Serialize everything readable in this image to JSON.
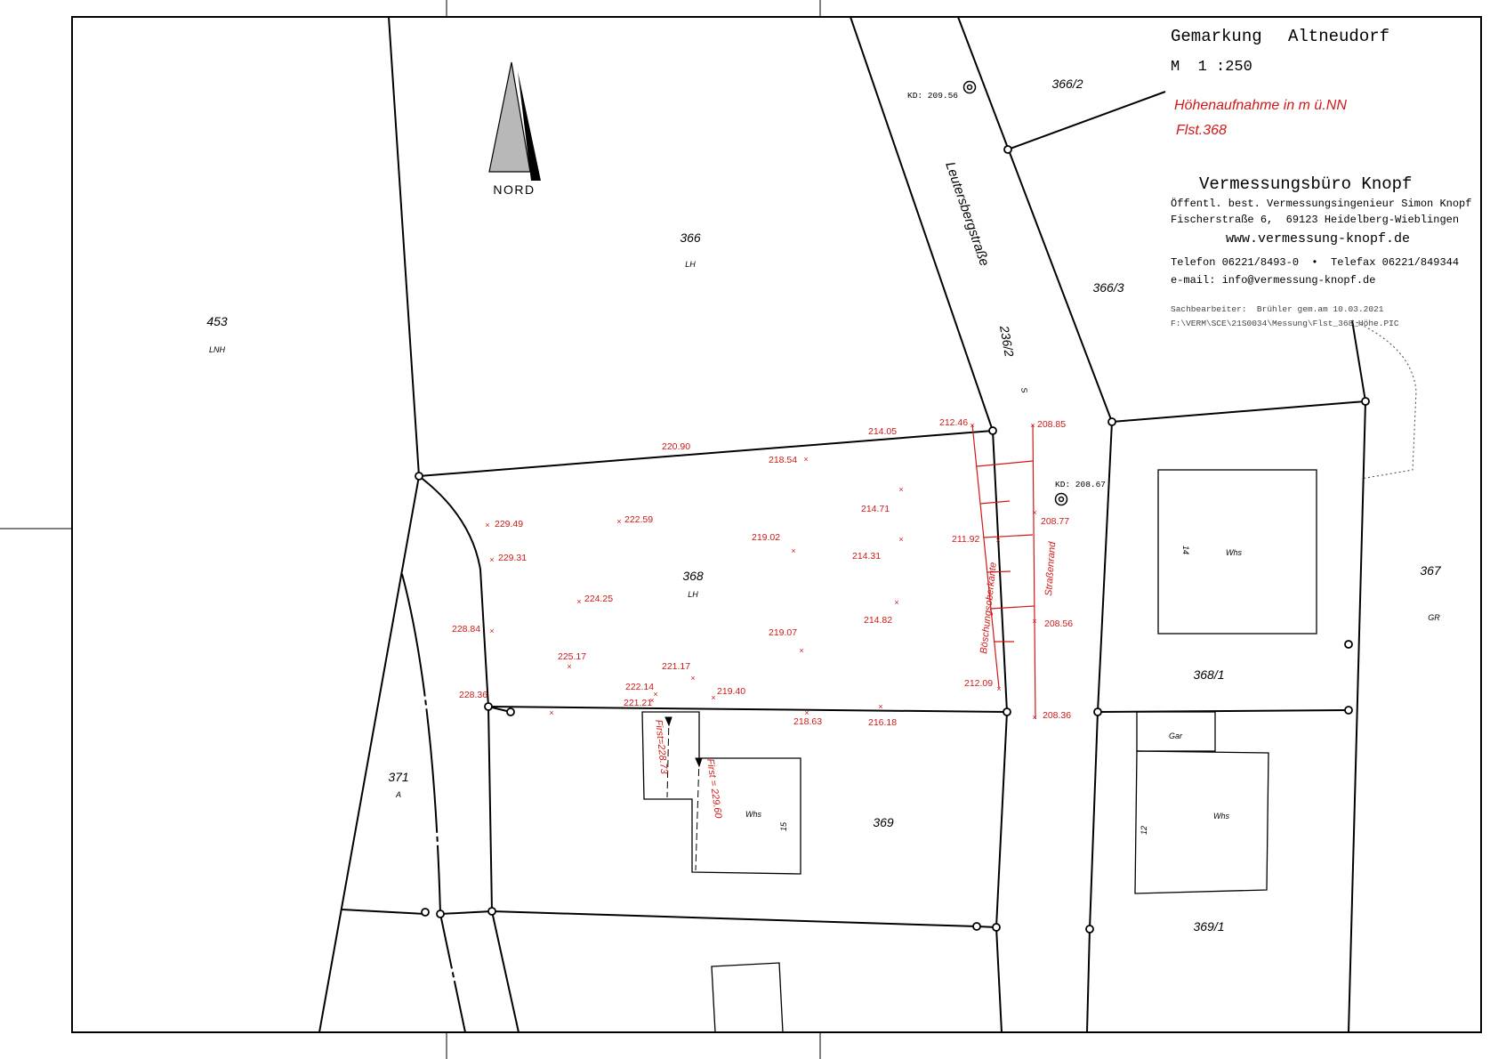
{
  "header": {
    "gemarkung_label": "Gemarkung",
    "gemarkung_name": "Altneudorf",
    "scale": "M  1 :250",
    "hoehen_note": "Höhenaufnahme in m ü.NN",
    "flurstueck_note": "Flst.368"
  },
  "office": {
    "name": "Vermessungsbüro Knopf",
    "line1": "Öffentl. best. Vermessungsingenieur Simon Knopf",
    "line2": "Fischerstraße 6,  69123 Heidelberg-Wieblingen",
    "website": "www.vermessung-knopf.de",
    "phone": "Telefon 06221/8493-0  •  Telefax 06221/849344",
    "email": "e-mail: info@vermessung-knopf.de",
    "clerk": "Sachbearbeiter:  Brühler gem.am 10.03.2021",
    "filepath": "F:\\VERM\\SCE\\21S0034\\Messung\\Flst_368_Höhe.PIC"
  },
  "north_arrow": {
    "label": "NORD"
  },
  "parcels": {
    "p453": {
      "number": "453",
      "use": "LNH"
    },
    "p366": {
      "number": "366",
      "use": "LH"
    },
    "p366_2": {
      "number": "366/2"
    },
    "p366_3": {
      "number": "366/3"
    },
    "p236_2": {
      "number": "236/2",
      "use": "S"
    },
    "p368": {
      "number": "368",
      "use": "LH"
    },
    "p367": {
      "number": "367",
      "use": "GR"
    },
    "p368_1": {
      "number": "368/1"
    },
    "p369": {
      "number": "369"
    },
    "p369_1": {
      "number": "369/1"
    },
    "p371": {
      "number": "371",
      "use": "A"
    }
  },
  "street": {
    "name": "Leutersbergstraße"
  },
  "buildings": {
    "b14": {
      "type": "Whs",
      "number": "14"
    },
    "b12": {
      "type": "Whs",
      "number": "12"
    },
    "b15": {
      "type": "Whs",
      "number": "15"
    },
    "garage": {
      "type": "Gar"
    }
  },
  "kd_points": {
    "kd1": "KD: 209.56",
    "kd2": "KD: 208.67"
  },
  "ridge_heights": {
    "first1": "First=228.73",
    "first2": "First = 229.60"
  },
  "edge_labels": {
    "boeschung": "Böschungsoberkante",
    "strassenrand": "Straßenrand"
  },
  "spot_heights": {
    "h1": "220.90",
    "h2": "214.05",
    "h3": "212.46",
    "h4": "208.85",
    "h5": "218.54",
    "h6": "214.71",
    "h7": "208.77",
    "h8": "229.49",
    "h9": "222.59",
    "h10": "219.02",
    "h11": "214.31",
    "h12": "211.92",
    "h13": "229.31",
    "h14": "224.25",
    "h15": "228.84",
    "h16": "219.07",
    "h17": "214.82",
    "h18": "208.56",
    "h19": "225.17",
    "h20": "221.17",
    "h21": "212.09",
    "h22": "228.36",
    "h23": "222.14",
    "h24": "219.40",
    "h25": "221.21",
    "h26": "218.63",
    "h27": "216.18",
    "h28": "208.36"
  },
  "colors": {
    "survey_red": "#d01818",
    "line_black": "#000000"
  }
}
